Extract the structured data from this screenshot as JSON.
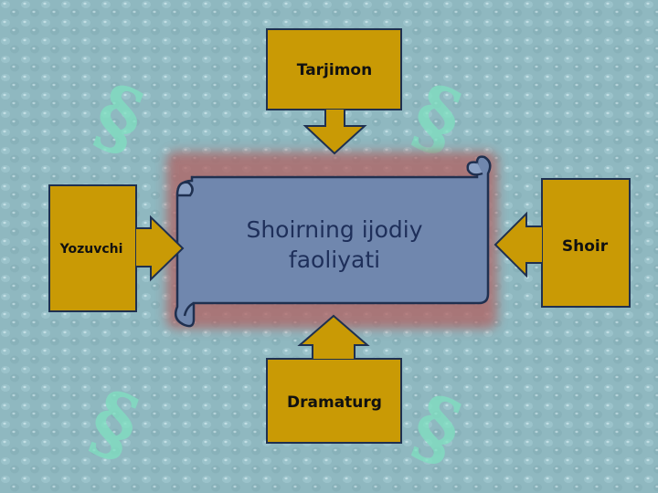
{
  "center": {
    "text_line1": "Shoirning ijodiy",
    "text_line2": "faoliyati"
  },
  "nodes": {
    "top": "Tarjimon",
    "left": "Yozuvchi",
    "right": "Shoir",
    "bottom": "Dramaturg"
  },
  "colors": {
    "background": "#8fb8c0",
    "box_fill": "#c99a05",
    "scroll_fill": "#7087ae",
    "scroll_glow": "#b06060",
    "watermark": "#7fe0c0"
  },
  "decor": {
    "watermark_icon": "section-sign-icon",
    "watermark_glyph": "§"
  }
}
